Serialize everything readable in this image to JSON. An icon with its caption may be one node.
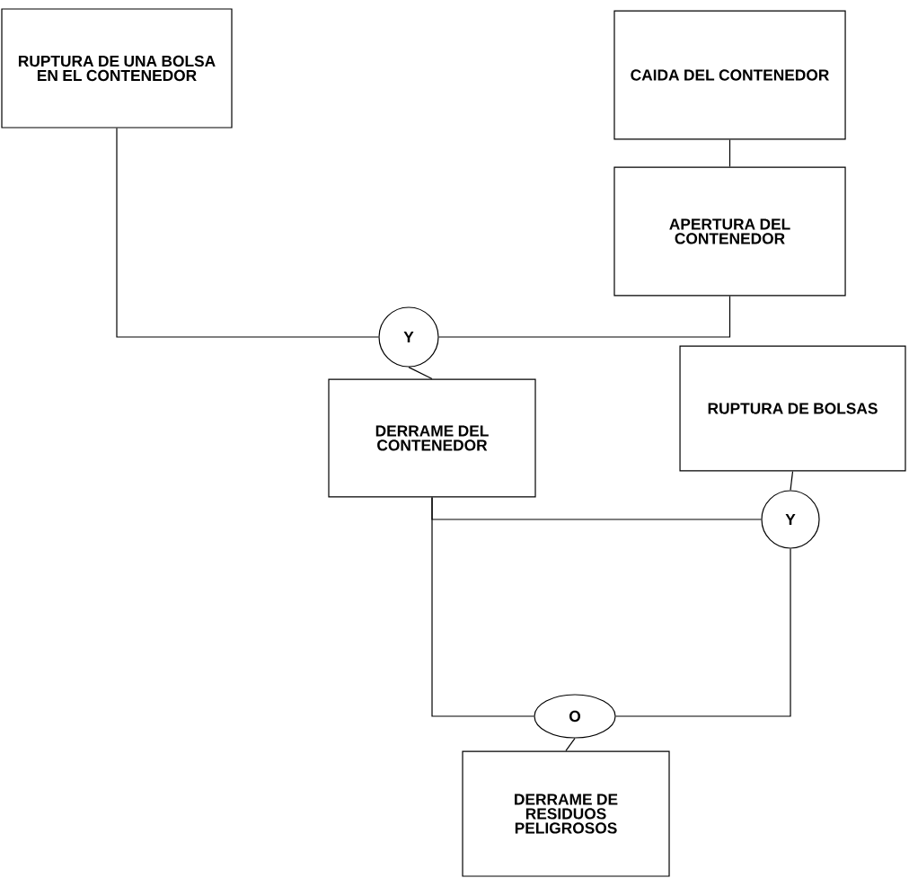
{
  "diagram": {
    "nodes": [
      {
        "text": [
          "RUPTURA DE UNA BOLSA EN EL CONTENEDOR"
        ]
      },
      {
        "text": [
          "CAIDA DEL CONTENEDOR"
        ]
      },
      {
        "text": [
          "APERTURA DEL CONTENEDOR"
        ]
      },
      {
        "text": [
          "Y"
        ]
      },
      {
        "text": [
          "DERRAME DEL CONTENEDOR"
        ]
      },
      {
        "text": [
          "RUPTURA DE BOLSAS"
        ]
      },
      {
        "text": [
          "Y"
        ]
      },
      {
        "text": [
          "O"
        ]
      },
      {
        "text": [
          "DERRAME DE RESIDUOS PELIGROSOS"
        ]
      }
    ],
    "edges": [
      {
        "from": 1,
        "to": 2,
        "arrow": "none"
      },
      {
        "from": 0,
        "to": 3,
        "arrow": "none"
      },
      {
        "from": 2,
        "to": 3,
        "arrow": "none"
      },
      {
        "from": 3,
        "to": 4,
        "arrow": "none"
      },
      {
        "from": 5,
        "to": 6,
        "arrow": "none"
      },
      {
        "from": 4,
        "to": 6,
        "arrow": "none"
      },
      {
        "from": 4,
        "to": 7,
        "arrow": "none"
      },
      {
        "from": 6,
        "to": 7,
        "arrow": "none"
      },
      {
        "from": 7,
        "to": 8,
        "arrow": "none"
      }
    ]
  }
}
